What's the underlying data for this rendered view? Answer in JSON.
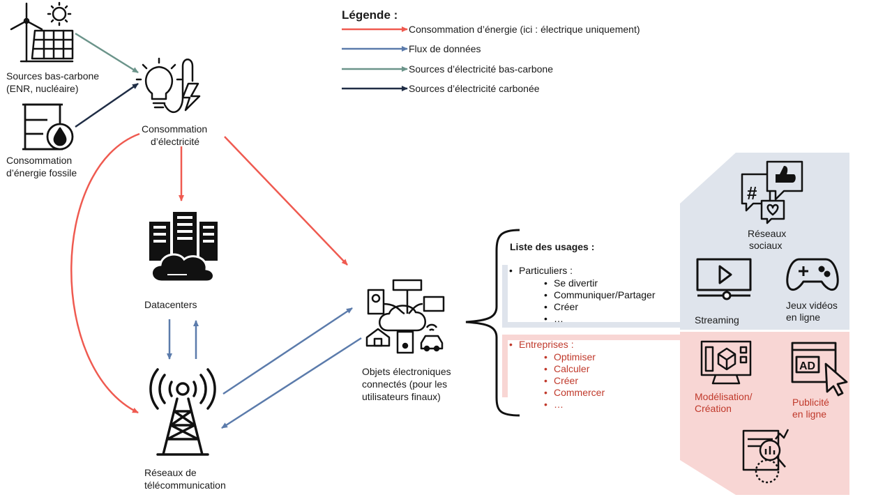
{
  "legend": {
    "title": "Légende :",
    "items": [
      {
        "label": "Consommation d’énergie (ici : électrique uniquement)",
        "color": "#ef5a50"
      },
      {
        "label": "Flux de données",
        "color": "#5b7bab"
      },
      {
        "label": "Sources d’électricité bas-carbone",
        "color": "#6b948a"
      },
      {
        "label": "Sources d’électricité carbonée",
        "color": "#1f2d45"
      }
    ]
  },
  "nodes": {
    "low_carbon": {
      "line1": "Sources bas-carbone",
      "line2": "(ENR, nucléaire)"
    },
    "fossil": {
      "line1": "Consommation",
      "line2": "d’énergie fossile"
    },
    "electricity": {
      "line1": "Consommation",
      "line2": "d’électricité"
    },
    "datacenters": {
      "label": "Datacenters"
    },
    "telecom": {
      "line1": "Réseaux de",
      "line2": "télécommunication"
    },
    "devices": {
      "line1": "Objets électroniques",
      "line2": "connectés (pour les",
      "line3": "utilisateurs finaux)"
    }
  },
  "usages": {
    "title": "Liste des usages :",
    "particuliers": {
      "label": "Particuliers :",
      "items": [
        "Se divertir",
        "Communiquer/Partager",
        "Créer",
        "…"
      ]
    },
    "entreprises": {
      "label": "Entreprises :",
      "items": [
        "Optimiser",
        "Calculer",
        "Créer",
        "Commercer",
        "…"
      ]
    }
  },
  "panels": {
    "personal": {
      "social": {
        "line1": "Réseaux",
        "line2": "sociaux"
      },
      "streaming": "Streaming",
      "games": {
        "line1": "Jeux vidéos",
        "line2": "en ligne"
      },
      "color": "#dfe4ec"
    },
    "business": {
      "modeling": {
        "line1": "Modélisation/",
        "line2": "Création"
      },
      "ads": {
        "line1": "Publicité",
        "line2": "en ligne"
      },
      "ad_badge": "AD",
      "color": "#f8d6d4"
    }
  },
  "icons": {
    "low_carbon": "wind-solar-icon",
    "fossil": "oil-barrel-icon",
    "electricity": "lightbulb-plug-icon",
    "datacenters": "server-cloud-icon",
    "telecom": "antenna-tower-icon",
    "devices": "iot-devices-icon",
    "social": "social-media-icon",
    "streaming": "video-player-icon",
    "games": "gamepad-icon",
    "modeling": "3d-modeling-icon",
    "ads": "online-ad-icon",
    "analytics": "analytics-icon"
  }
}
